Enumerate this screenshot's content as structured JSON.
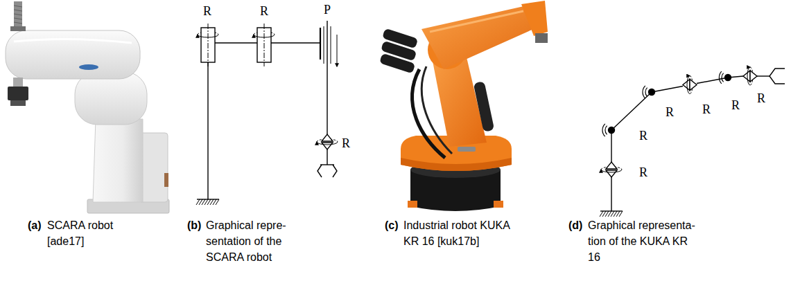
{
  "diagram": {
    "labels": [
      "(a)",
      "SCARA robot [ade17]",
      "R",
      "R",
      "P",
      "R",
      "(b)",
      "Graphical repre- sentation of the SCARA robot",
      "(c)",
      "Industrial robot KUKA KR 16 [kuk17b]",
      "R",
      "R",
      "R",
      "R",
      "R",
      "R",
      "(d)",
      "Graphical representa- tion of the KUKA KR 16"
    ]
  }
}
